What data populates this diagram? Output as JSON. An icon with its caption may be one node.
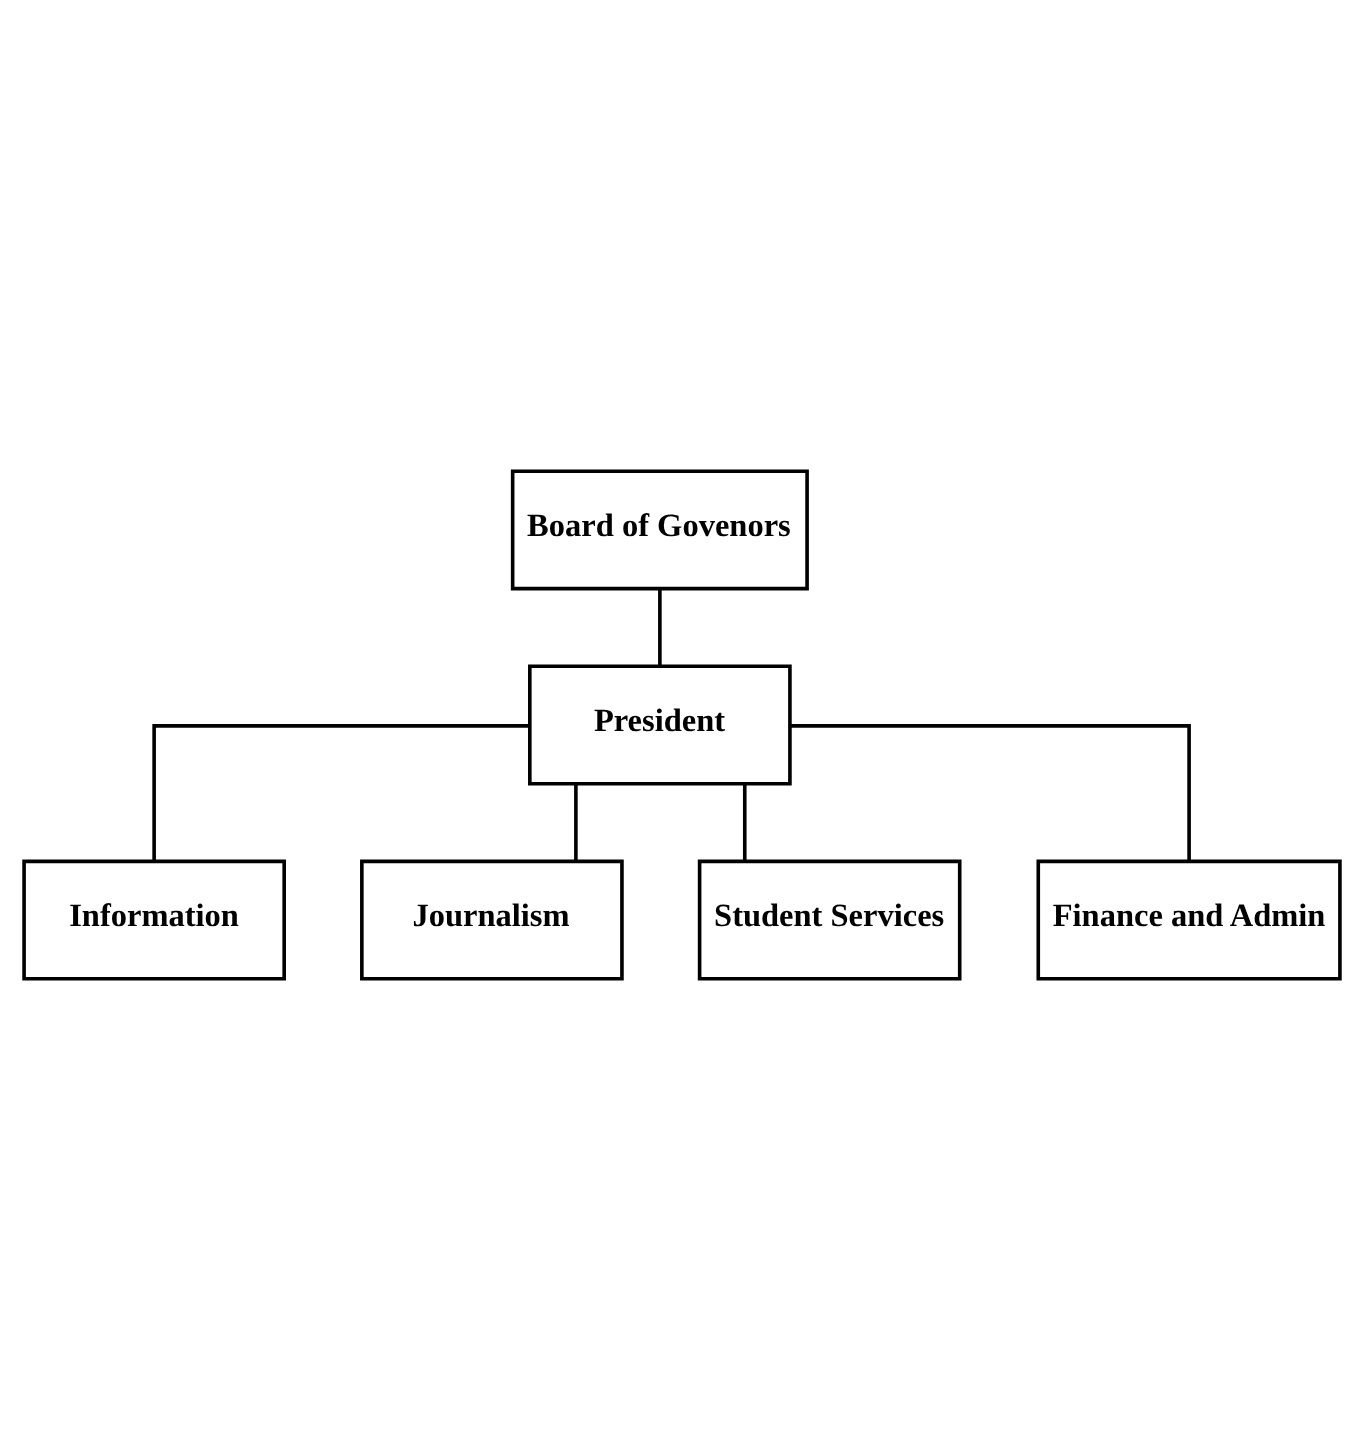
{
  "diagram": {
    "nodes": [
      {
        "text": [
          "Board of Govenors"
        ]
      },
      {
        "text": [
          "President"
        ]
      },
      {
        "text": [
          "Information"
        ]
      },
      {
        "text": [
          "Journalism"
        ]
      },
      {
        "text": [
          "Student Services"
        ]
      },
      {
        "text": [
          "Finance and Admin"
        ]
      }
    ],
    "edges": [
      {
        "from": 0,
        "to": 1,
        "arrow": "none"
      },
      {
        "from": 1,
        "to": 2,
        "arrow": "none"
      },
      {
        "from": 1,
        "to": 3,
        "arrow": "none"
      },
      {
        "from": 1,
        "to": 4,
        "arrow": "none"
      },
      {
        "from": 1,
        "to": 5,
        "arrow": "none"
      }
    ]
  }
}
